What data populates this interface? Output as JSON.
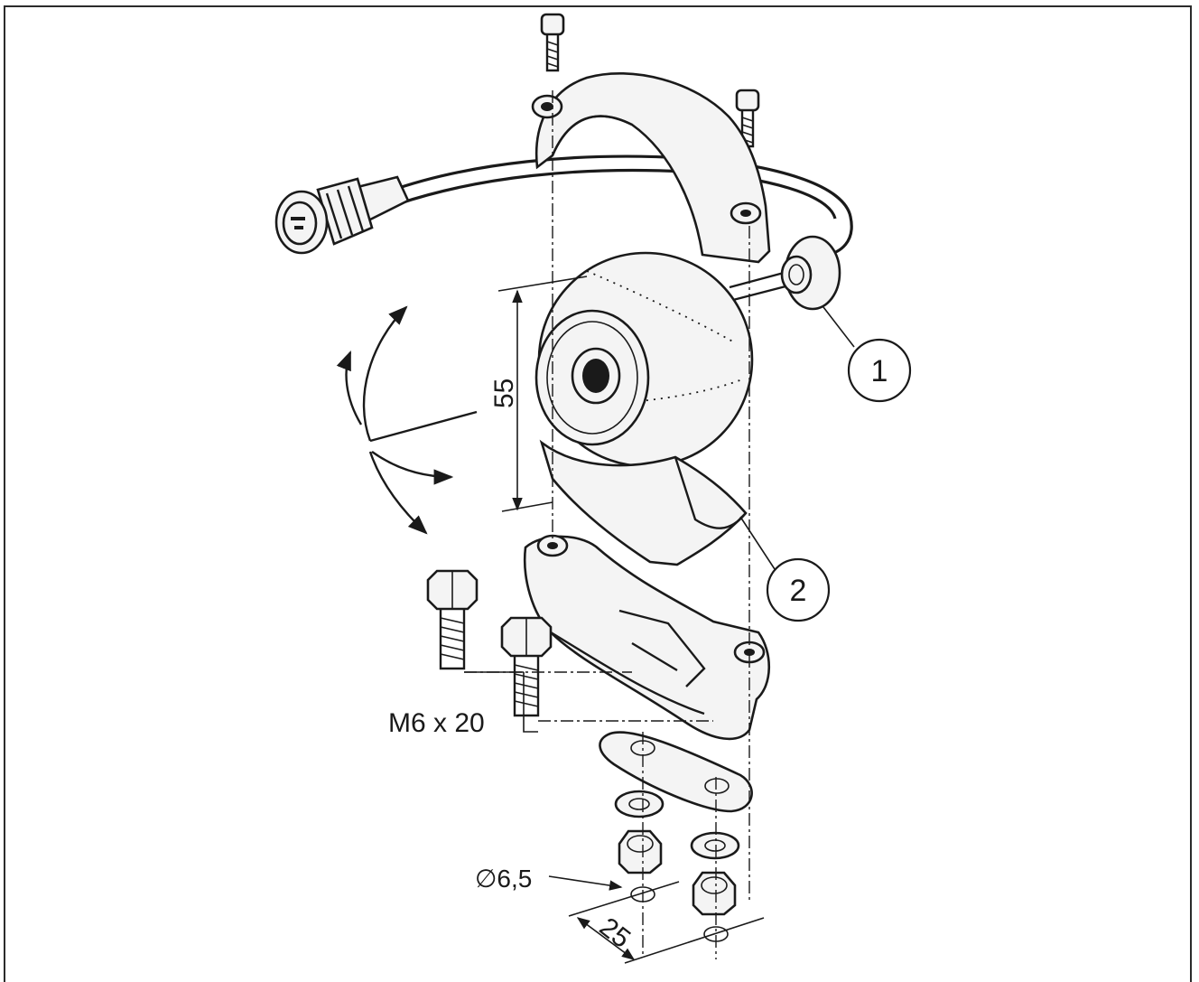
{
  "diagram": {
    "callouts": [
      {
        "number": "1"
      },
      {
        "number": "2"
      }
    ],
    "dimensions": {
      "height": "55",
      "hole_diameter": "∅6,5",
      "hole_spacing": "25",
      "bolt_spec": "M6 x 20"
    },
    "colors": {
      "line": "#1a1a1a",
      "background": "#ffffff"
    }
  }
}
